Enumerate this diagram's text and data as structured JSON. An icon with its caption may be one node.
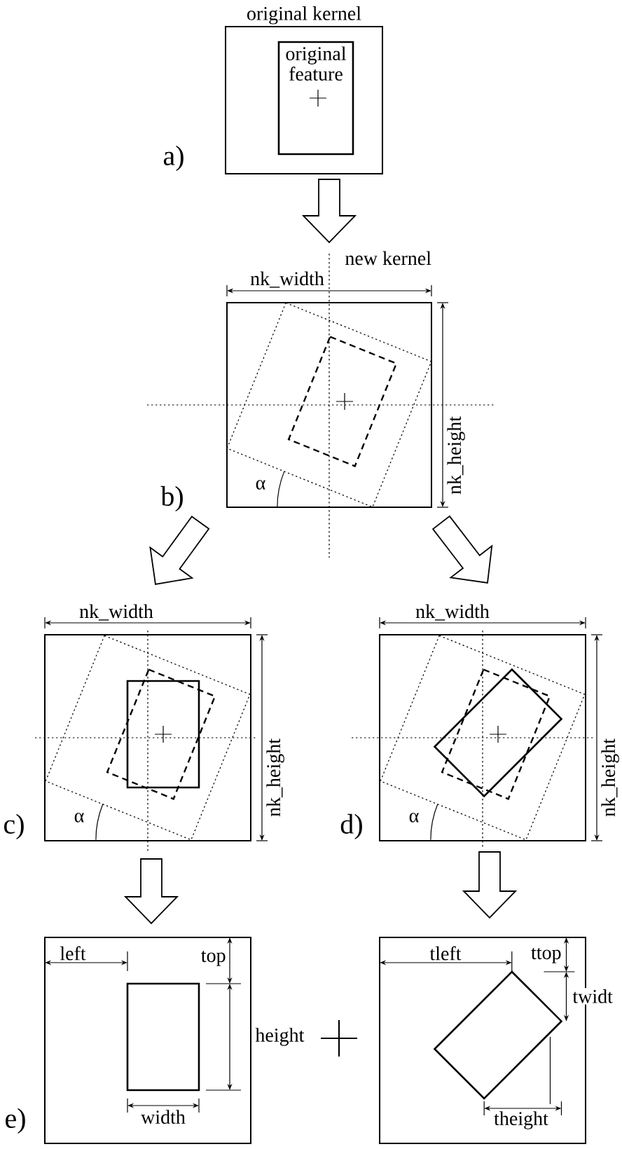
{
  "diagram": {
    "nodes": [
      {
        "text": [
          "original kernel"
        ],
        "beside": [
          "a)"
        ]
      },
      {
        "text": [
          "original feature"
        ],
        "in": 0
      },
      {
        "text": [
          "new kernel"
        ],
        "beside": [
          "b)"
        ]
      },
      {
        "text": [],
        "shape": "box",
        "beside": [
          "c)"
        ]
      },
      {
        "text": [],
        "shape": "box",
        "beside": [
          "d)"
        ]
      },
      {
        "text": [],
        "shape": "box",
        "beside": [
          "e)"
        ]
      },
      {
        "text": [],
        "shape": "box"
      }
    ],
    "edges": [
      {
        "from": 0,
        "to": 2,
        "arrow": "to"
      },
      {
        "from": 2,
        "to": 3,
        "arrow": "to"
      },
      {
        "from": 2,
        "to": 4,
        "arrow": "to"
      },
      {
        "from": 3,
        "to": 5,
        "arrow": "to"
      },
      {
        "from": 4,
        "to": 6,
        "arrow": "to"
      }
    ],
    "labels": [
      "nk_width",
      "nk_height",
      "α",
      "nk_width",
      "nk_width",
      "nk_height",
      "nk_height",
      "α",
      "α",
      "left",
      "top",
      "tleft",
      "ttop",
      "twidt",
      "height",
      "width",
      "theight"
    ]
  }
}
